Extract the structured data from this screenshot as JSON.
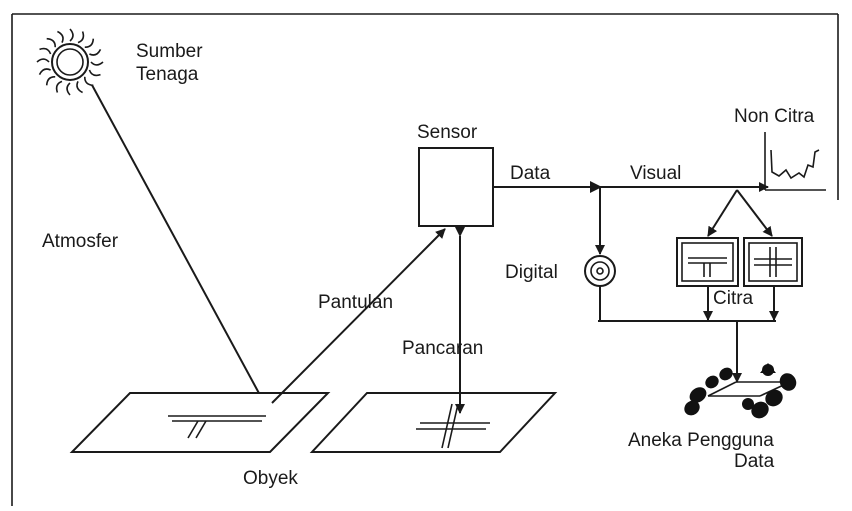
{
  "labels": {
    "source_line1": "Sumber",
    "source_line2": "Tenaga",
    "atmosphere": "Atmosfer",
    "sensor": "Sensor",
    "data": "Data",
    "visual": "Visual",
    "non_image": "Non Citra",
    "digital": "Digital",
    "image": "Citra",
    "reflection": "Pantulan",
    "emission": "Pancaran",
    "object": "Obyek",
    "users_line1": "Aneka Pengguna",
    "users_line2": "Data"
  },
  "colors": {
    "ink": "#1a1a1a",
    "background": "#ffffff"
  }
}
